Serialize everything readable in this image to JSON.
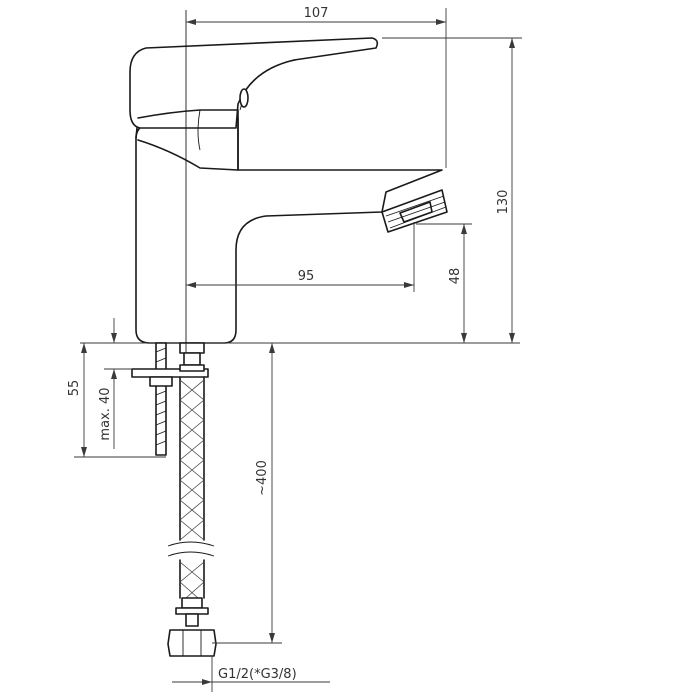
{
  "dimensions": {
    "total_width": "107",
    "total_height": "130",
    "spout_reach": "95",
    "spout_height": "48",
    "mounting_depth": "55",
    "max_thickness": "max. 40",
    "hose_length": "~400",
    "connection_thread": "G1/2(*G3/8)"
  }
}
